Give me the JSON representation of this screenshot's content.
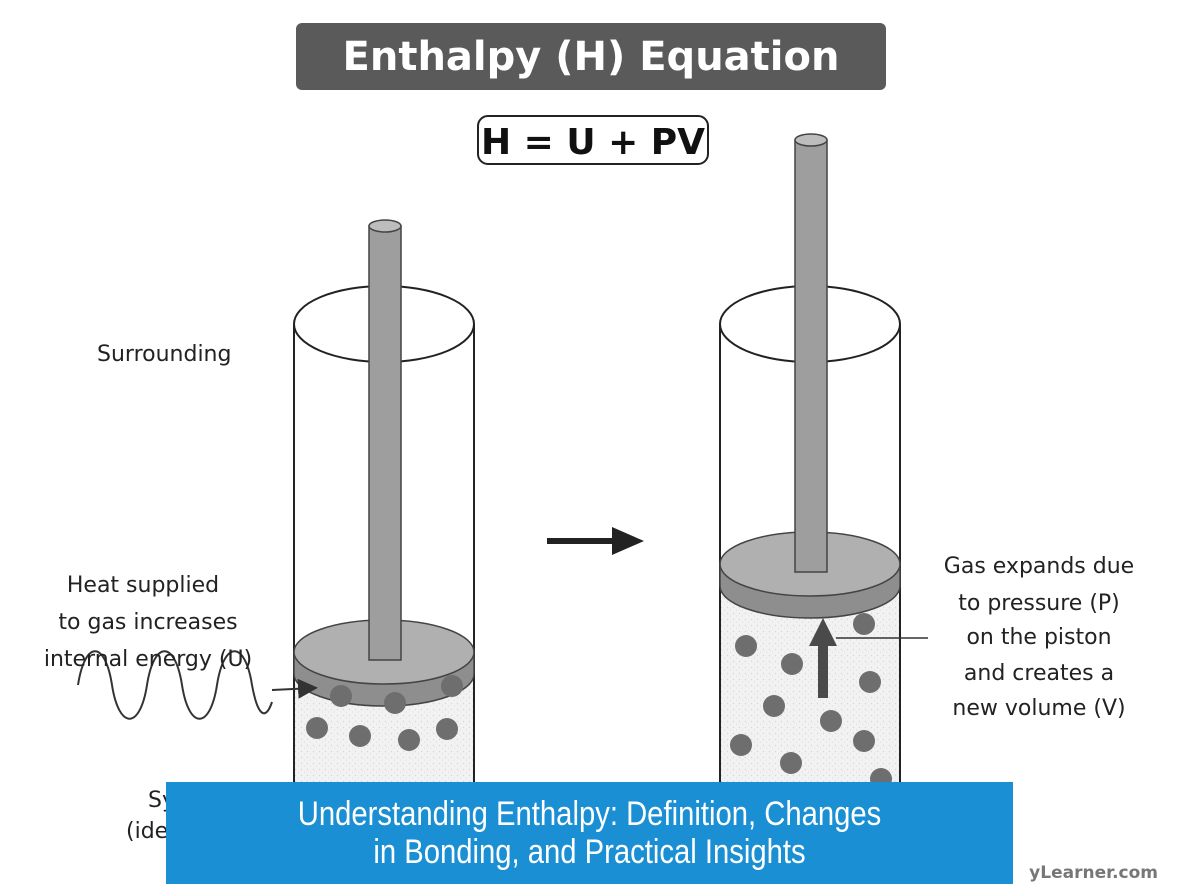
{
  "title": "Enthalpy (H) Equation",
  "equation": "H = U + PV",
  "labels": {
    "surrounding": "Surrounding",
    "heat_lines": [
      "Heat supplied",
      "to gas increases",
      "internal energy (U)"
    ],
    "system_partial": [
      "Sy",
      "(ide"
    ],
    "expand_lines": [
      "Gas expands due",
      "to pressure (P)",
      "on the piston",
      "and creates a",
      "new volume (V)"
    ]
  },
  "watermark": "yLearner.com",
  "banner": {
    "text": "Understanding Enthalpy: Definition, Changes in Bonding, and Practical Insights"
  },
  "colors": {
    "title_bg": "#5a5a5a",
    "piston": "#a8a8a8",
    "rod": "#9e9e9e",
    "particle": "#6e6e6e",
    "gas_bg": "#f0f0f0",
    "banner_bg": "#1a8fd4"
  }
}
